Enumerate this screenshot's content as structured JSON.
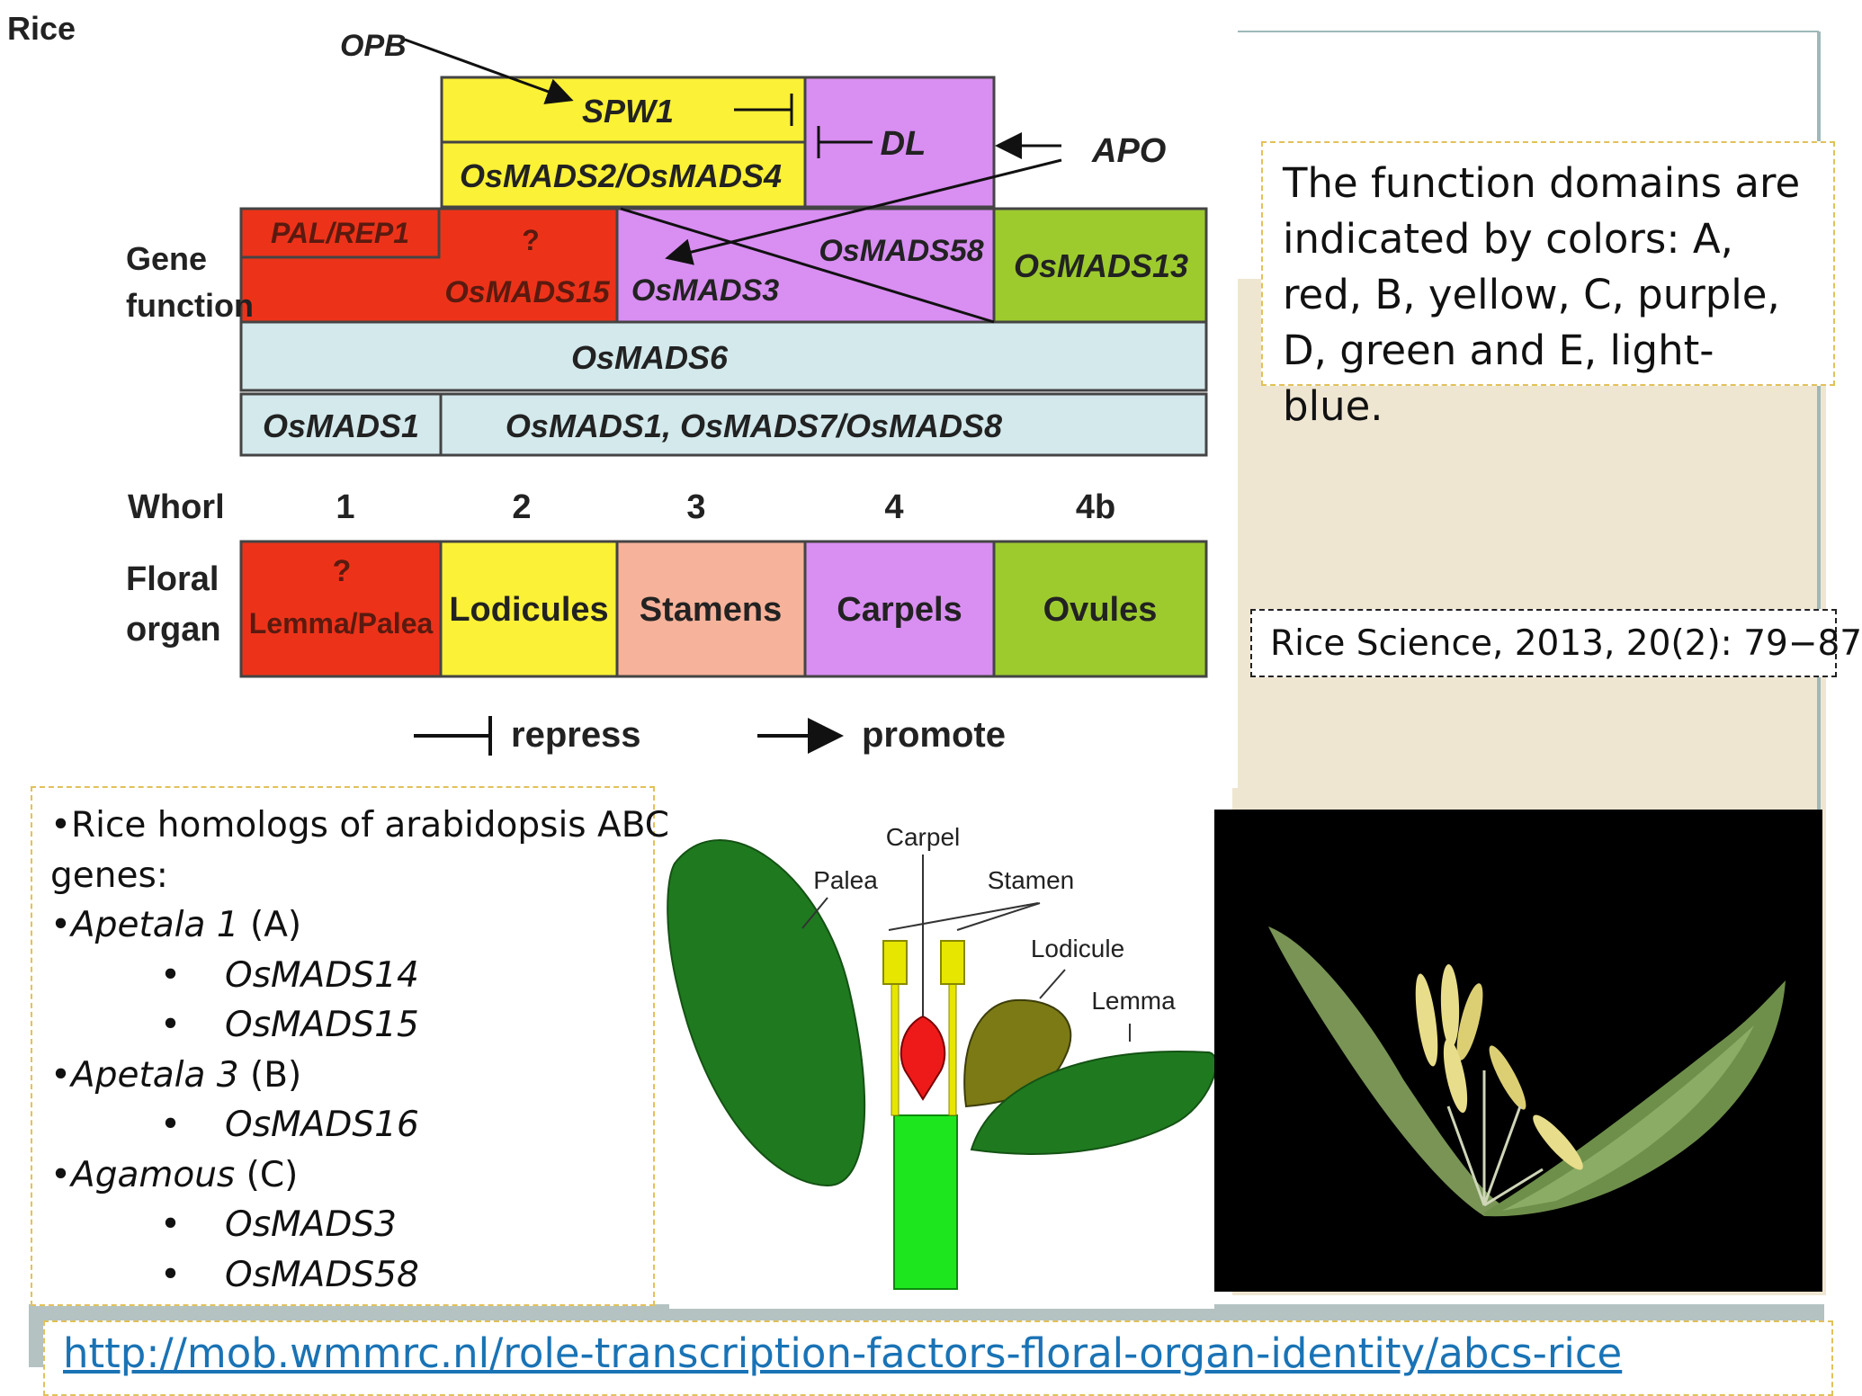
{
  "diagram": {
    "species_label": "Rice",
    "regulators": {
      "opb": "OPB",
      "apo": "APO"
    },
    "genes": {
      "spw1": "SPW1",
      "dl": "DL",
      "osmads2_4": "OsMADS2/OsMADS4",
      "pal_rep1": "PAL/REP1",
      "question_mark": "?",
      "osmads15": "OsMADS15",
      "osmads3": "OsMADS3",
      "osmads58": "OsMADS58",
      "osmads13": "OsMADS13",
      "osmads6": "OsMADS6",
      "osmads1": "OsMADS1",
      "osmads1_7_8": "OsMADS1, OsMADS7/OsMADS8"
    },
    "row_labels": {
      "gene_function_1": "Gene",
      "gene_function_2": "function",
      "whorl": "Whorl",
      "floral_1": "Floral",
      "floral_2": "organ"
    },
    "whorls": [
      "1",
      "2",
      "3",
      "4",
      "4b"
    ],
    "organs": [
      {
        "label": "Lemma/Palea",
        "note": "?",
        "color": "#ec3319"
      },
      {
        "label": "Lodicules",
        "color": "#fbf136"
      },
      {
        "label": "Stamens",
        "color": "#f6b29a"
      },
      {
        "label": "Carpels",
        "color": "#d98ef2"
      },
      {
        "label": "Ovules",
        "color": "#9dcb2e"
      }
    ],
    "legend": {
      "repress": "repress",
      "promote": "promote"
    },
    "colors": {
      "A_red": "#ec3319",
      "B_yellow": "#fbf136",
      "C_purple": "#d98ef2",
      "D_green": "#9dcb2e",
      "E_lightblue": "#d3e9ec"
    }
  },
  "info_text": "The function domains are indicated by colors: A, red, B, yellow, C, purple, D, green and E, light-blue.",
  "citation": "Rice Science, 2013, 20(2): 79−87",
  "homologs": {
    "intro_1": "•Rice homologs of arabidopsis ABC",
    "intro_2": "genes:",
    "groups": [
      {
        "name": "Apetala 1",
        "class": " (A)",
        "genes": [
          "OsMADS14",
          "OsMADS15"
        ]
      },
      {
        "name": "Apetala 3",
        "class": " (B)",
        "genes": [
          "OsMADS16"
        ]
      },
      {
        "name": "Agamous",
        "class": " (C)",
        "genes": [
          "OsMADS3",
          "OsMADS58"
        ]
      }
    ],
    "bullet": "•"
  },
  "flower_diagram": {
    "carpel": "Carpel",
    "palea": "Palea",
    "stamen": "Stamen",
    "lodicule": "Lodicule",
    "lemma": "Lemma"
  },
  "link": "http://mob.wmmrc.nl/role-transcription-factors-floral-organ-identity/abcs-rice"
}
